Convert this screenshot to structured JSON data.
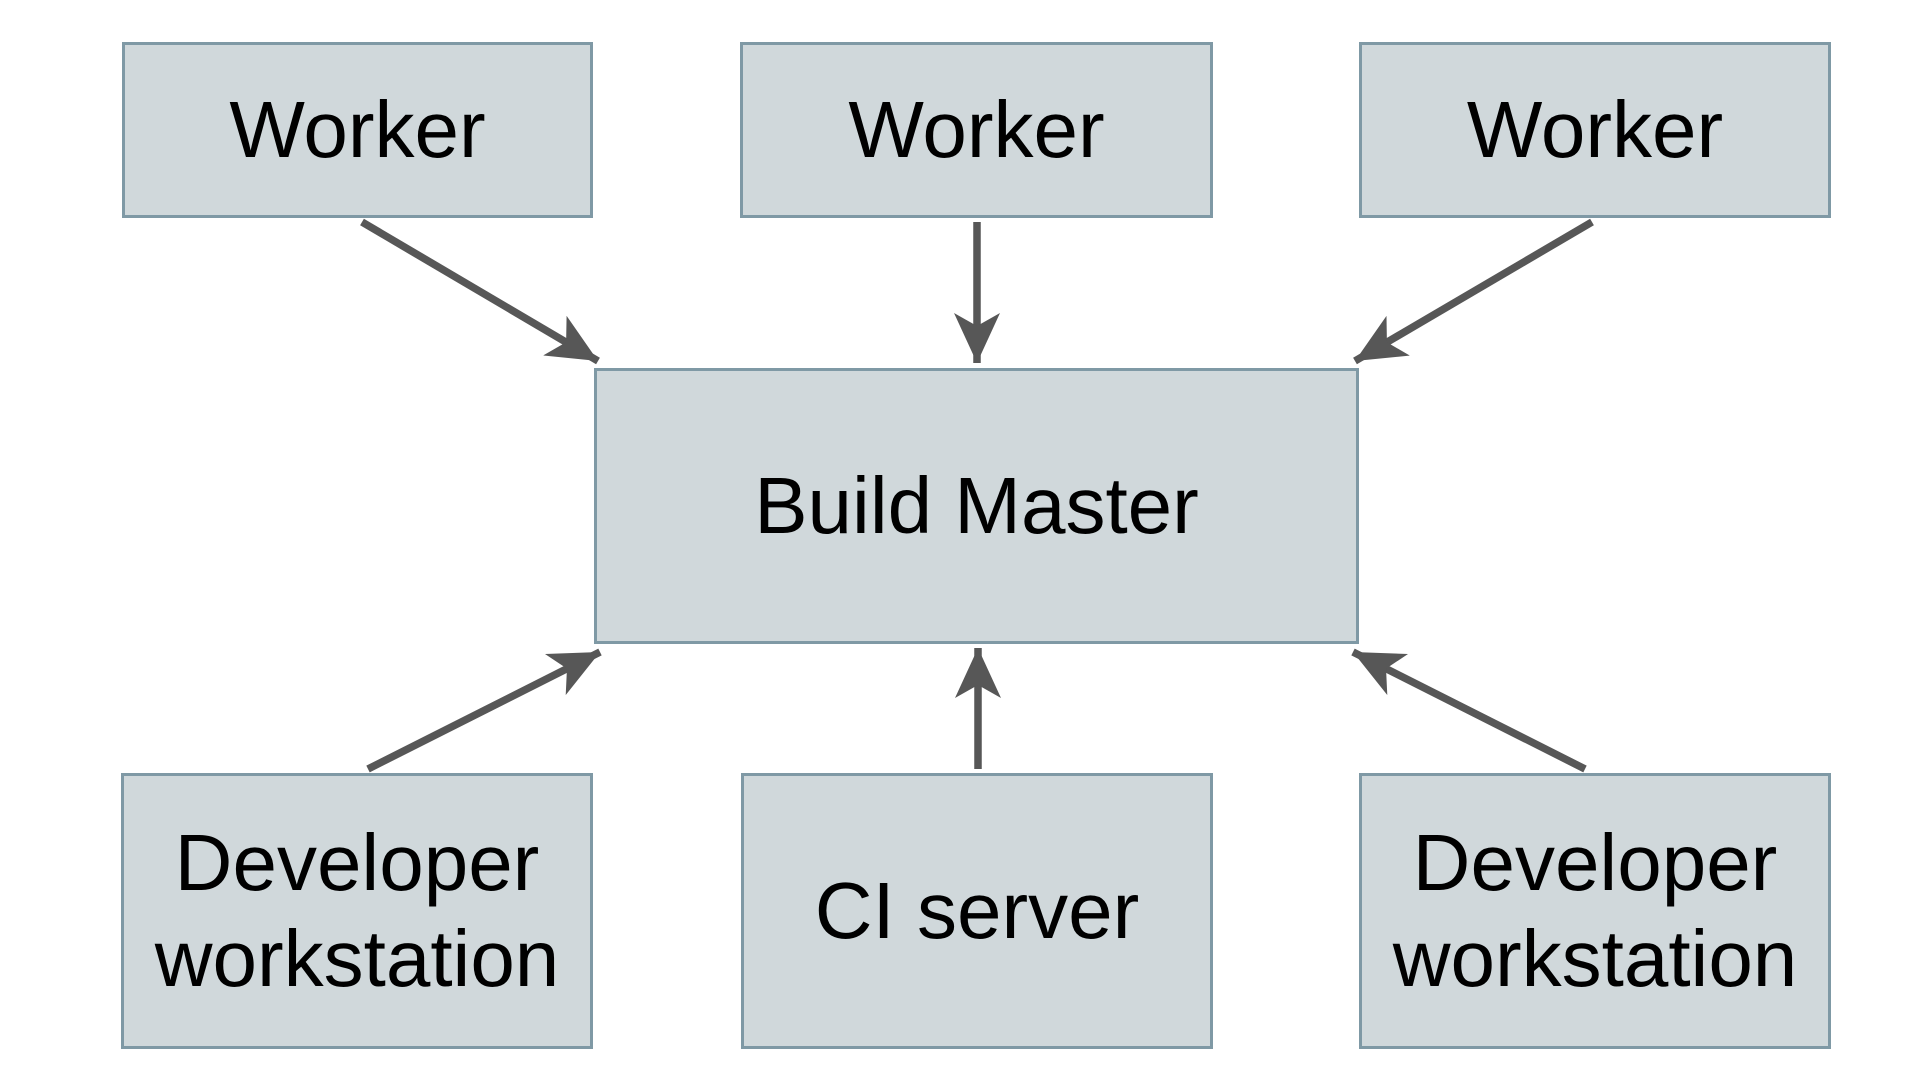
{
  "theme": {
    "canvas_bg": "#ffffff",
    "node_fill": "#d0d8db",
    "node_border": "#7f99a5",
    "arrow_color": "#575757",
    "text_color": "#000000"
  },
  "nodes": {
    "worker_1": {
      "label": "Worker"
    },
    "worker_2": {
      "label": "Worker"
    },
    "worker_3": {
      "label": "Worker"
    },
    "build_master": {
      "label": "Build Master"
    },
    "developer_workstation_left": {
      "label": "Developer workstation"
    },
    "ci_server": {
      "label": "CI server"
    },
    "developer_workstation_right": {
      "label": "Developer workstation"
    }
  },
  "edges": [
    {
      "from": "worker_1",
      "to": "build_master"
    },
    {
      "from": "worker_2",
      "to": "build_master"
    },
    {
      "from": "worker_3",
      "to": "build_master"
    },
    {
      "from": "developer_workstation_left",
      "to": "build_master"
    },
    {
      "from": "ci_server",
      "to": "build_master"
    },
    {
      "from": "developer_workstation_right",
      "to": "build_master"
    }
  ]
}
